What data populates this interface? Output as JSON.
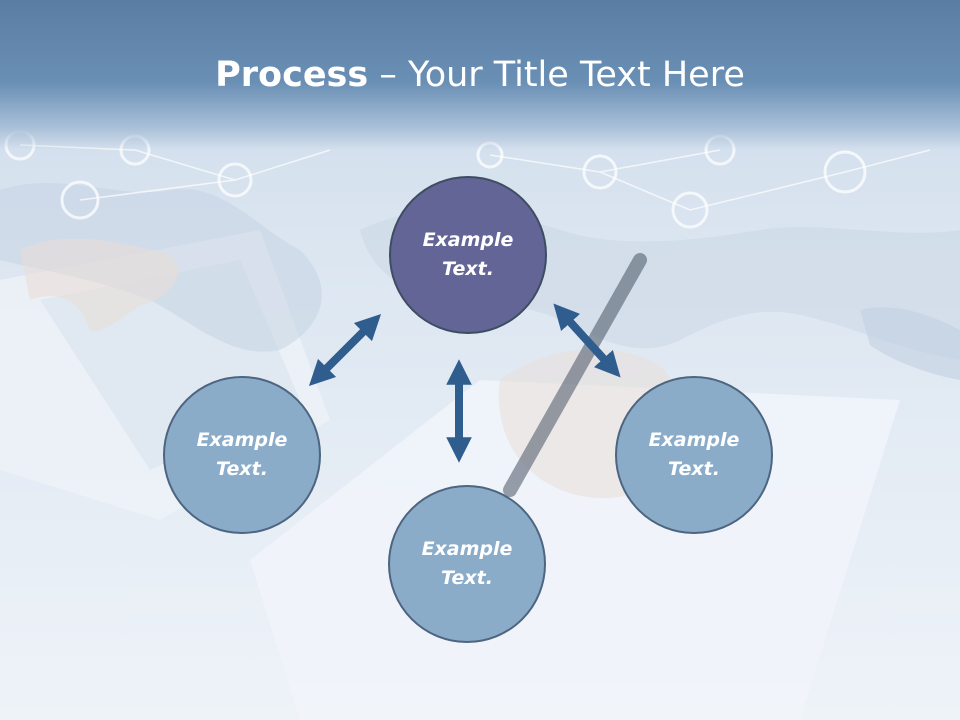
{
  "title": {
    "bold": "Process",
    "rest": " – Your Title Text Here"
  },
  "nodes": {
    "top": {
      "line1": "Example",
      "line2": "Text."
    },
    "left": {
      "line1": "Example",
      "line2": "Text."
    },
    "right": {
      "line1": "Example",
      "line2": "Text."
    },
    "bottom": {
      "line1": "Example",
      "line2": "Text."
    }
  },
  "colors": {
    "header": "#5a7da3",
    "top_circle": "#636596",
    "side_circles": "#8aacc9",
    "arrows": "#2f5d8e",
    "circle_border": "#3d4d62"
  },
  "icons": [
    "double-arrow-icon"
  ]
}
